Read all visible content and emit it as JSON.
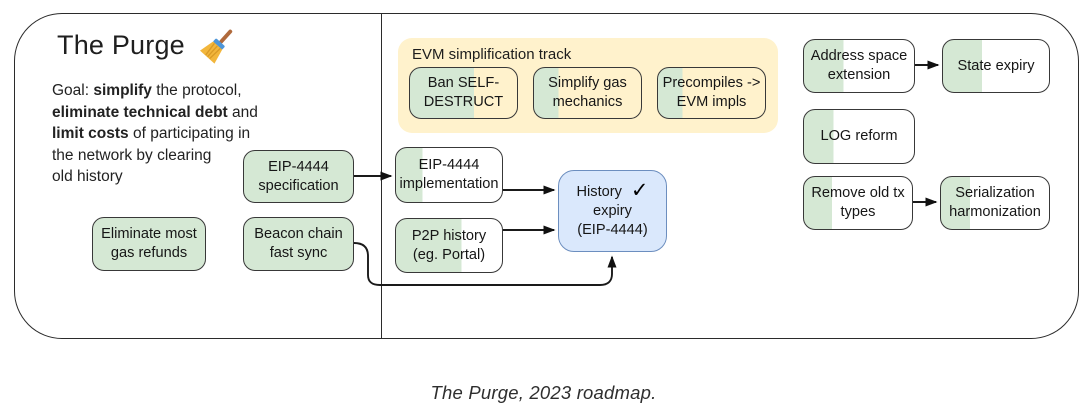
{
  "header": {
    "title": "The Purge",
    "title_icon": "broom-emoji"
  },
  "goal": {
    "seg1": "Goal: ",
    "bold1": "simplify",
    "seg2": " the protocol,\n",
    "bold2": "eliminate technical debt",
    "seg3": " and\n",
    "bold3": "limit costs",
    "seg4": " of participating in\nthe network by clearing\nold history"
  },
  "evm_track": {
    "label": "EVM simplification track"
  },
  "nodes": {
    "eliminate_gas_refunds": {
      "label": "Eliminate most gas refunds",
      "progress": 100,
      "bg": "#ffffff"
    },
    "eip4444_spec": {
      "label": "EIP-4444 specification",
      "progress": 100,
      "bg": "#ffffff"
    },
    "beacon_fast_sync": {
      "label": "Beacon chain fast sync",
      "progress": 100,
      "bg": "#ffffff"
    },
    "ban_selfdestruct": {
      "label": "Ban SELF-DESTRUCT",
      "progress": 60,
      "bg": "#fff2cc"
    },
    "simplify_gas": {
      "label": "Simplify gas mechanics",
      "progress": 23,
      "bg": "#fff2cc"
    },
    "precompiles_evm": {
      "label": "Precompiles -> EVM impls",
      "progress": 23,
      "bg": "#fff2cc"
    },
    "eip4444_impl": {
      "label": "EIP-4444 implementation",
      "progress": 25,
      "bg": "#ffffff"
    },
    "p2p_history": {
      "label": "P2P history (eg. Portal)",
      "progress": 62,
      "bg": "#ffffff"
    },
    "history_expiry": {
      "line1": "History",
      "check": "✓",
      "line2": "expiry",
      "line3": "(EIP-4444)"
    },
    "address_space": {
      "label": "Address space extension",
      "progress": 36,
      "bg": "#ffffff"
    },
    "state_expiry": {
      "label": "State expiry",
      "progress": 37,
      "bg": "#ffffff"
    },
    "log_reform": {
      "label": "LOG reform",
      "progress": 27,
      "bg": "#ffffff"
    },
    "remove_tx_types": {
      "label": "Remove old tx types",
      "progress": 26,
      "bg": "#ffffff"
    },
    "serialization": {
      "label": "Serialization harmonization",
      "progress": 27,
      "bg": "#ffffff"
    }
  },
  "colors": {
    "progress_green": "#d5e8d4",
    "track_yellow": "#fff2cc",
    "blue_fill": "#dae8fc",
    "blue_border": "#6c8ebf",
    "box_border": "#383838"
  },
  "caption": {
    "text": "The Purge, 2023 roadmap."
  }
}
